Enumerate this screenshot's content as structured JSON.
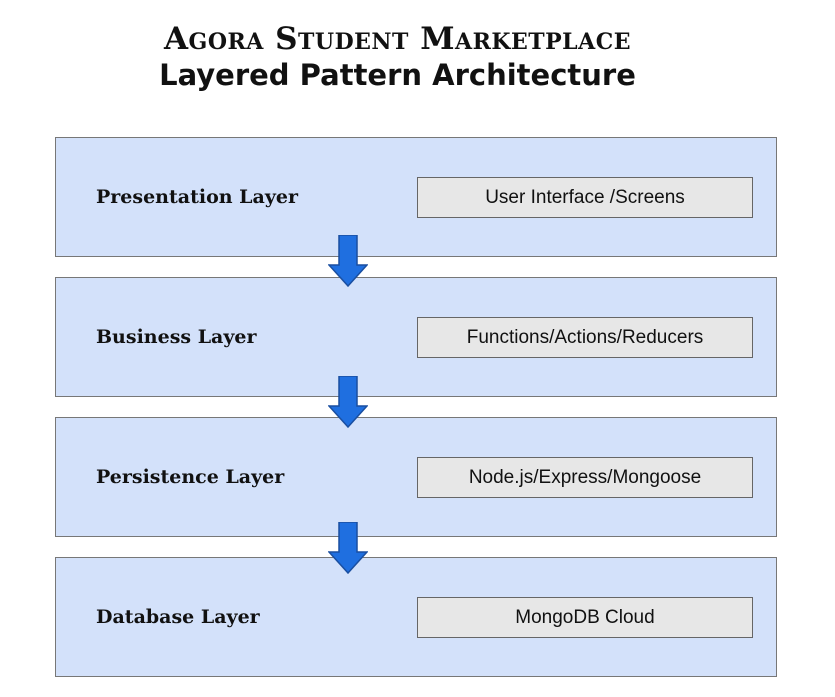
{
  "title": {
    "line1": "Agora Student Marketplace",
    "line2": "Layered Pattern Architecture"
  },
  "layers": [
    {
      "label": "Presentation Layer",
      "component": "User Interface /Screens"
    },
    {
      "label": "Business Layer",
      "component": "Functions/Actions/Reducers"
    },
    {
      "label": "Persistence Layer",
      "component": "Node.js/Express/Mongoose"
    },
    {
      "label": "Database Layer",
      "component": "MongoDB Cloud"
    }
  ],
  "colors": {
    "layer_fill": "#d3e1fa",
    "component_fill": "#e7e7e7",
    "arrow_fill": "#1f6fe0",
    "arrow_stroke": "#1a4fa0"
  }
}
